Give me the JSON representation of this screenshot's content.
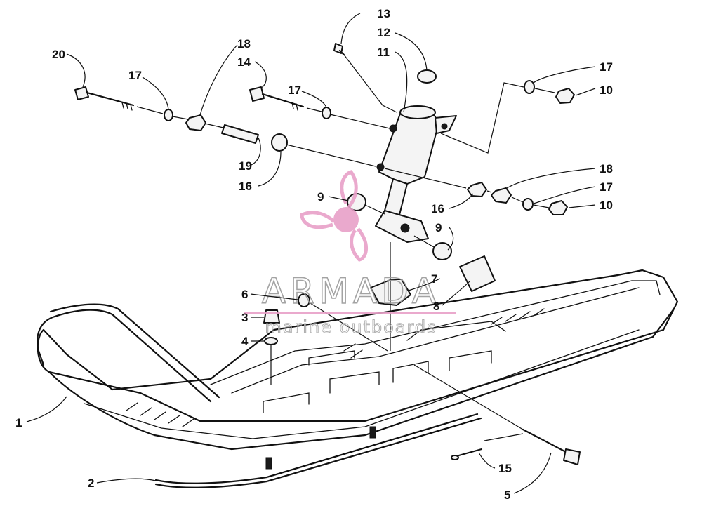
{
  "watermark": {
    "brand": "ARMADA",
    "tagline": "marine outboards",
    "brand_color": "#e8a0c8"
  },
  "callouts": [
    {
      "id": "c1",
      "label": "1"
    },
    {
      "id": "c2",
      "label": "2"
    },
    {
      "id": "c3",
      "label": "3"
    },
    {
      "id": "c4",
      "label": "4"
    },
    {
      "id": "c5",
      "label": "5"
    },
    {
      "id": "c6",
      "label": "6"
    },
    {
      "id": "c7",
      "label": "7"
    },
    {
      "id": "c8",
      "label": "8"
    },
    {
      "id": "c9a",
      "label": "9"
    },
    {
      "id": "c9b",
      "label": "9"
    },
    {
      "id": "c10a",
      "label": "10"
    },
    {
      "id": "c10b",
      "label": "10"
    },
    {
      "id": "c11",
      "label": "11"
    },
    {
      "id": "c12",
      "label": "12"
    },
    {
      "id": "c13",
      "label": "13"
    },
    {
      "id": "c14",
      "label": "14"
    },
    {
      "id": "c15",
      "label": "15"
    },
    {
      "id": "c16a",
      "label": "16"
    },
    {
      "id": "c16b",
      "label": "16"
    },
    {
      "id": "c17a",
      "label": "17"
    },
    {
      "id": "c17b",
      "label": "17"
    },
    {
      "id": "c17c",
      "label": "17"
    },
    {
      "id": "c17d",
      "label": "17"
    },
    {
      "id": "c18a",
      "label": "18"
    },
    {
      "id": "c18b",
      "label": "18"
    },
    {
      "id": "c19",
      "label": "19"
    },
    {
      "id": "c20",
      "label": "20"
    }
  ]
}
